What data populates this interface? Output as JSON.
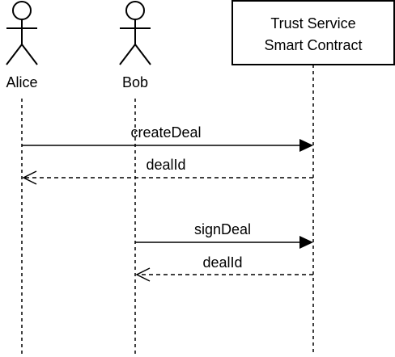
{
  "participants": {
    "alice": {
      "label": "Alice",
      "kind": "actor"
    },
    "bob": {
      "label": "Bob",
      "kind": "actor"
    },
    "contract": {
      "label_line1": "Trust Service",
      "label_line2": "Smart Contract",
      "kind": "box"
    }
  },
  "messages": [
    {
      "label": "createDeal",
      "from": "alice",
      "to": "contract",
      "style": "solid"
    },
    {
      "label": "dealId",
      "from": "contract",
      "to": "alice",
      "style": "dashed"
    },
    {
      "label": "signDeal",
      "from": "bob",
      "to": "contract",
      "style": "solid"
    },
    {
      "label": "dealId",
      "from": "contract",
      "to": "bob",
      "style": "dashed"
    }
  ],
  "colors": {
    "stroke": "#000000",
    "background": "#ffffff"
  }
}
